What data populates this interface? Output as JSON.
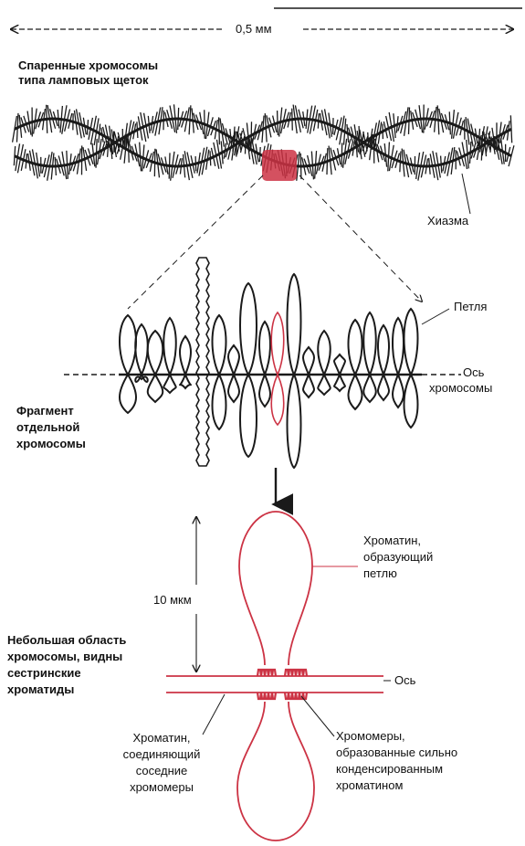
{
  "scale_bar": {
    "label": "0,5 мм"
  },
  "top_section": {
    "title_line1": "Спаренные хромосомы",
    "title_line2": "типа ламповых щеток",
    "chiasma_label": "Хиазма"
  },
  "middle_section": {
    "loop_label": "Петля",
    "axis_line1": "Ось",
    "axis_line2": "хромосомы",
    "fragment_line1": "Фрагмент",
    "fragment_line2": "отдельной",
    "fragment_line3": "хромосомы"
  },
  "bottom_section": {
    "scale_label": "10 мкм",
    "region_line1": "Небольшая область",
    "region_line2": "хромосомы, видны",
    "region_line3": "сестринские",
    "region_line4": "хроматиды",
    "loop_chromatin_line1": "Хроматин,",
    "loop_chromatin_line2": "образующий",
    "loop_chromatin_line3": "петлю",
    "axis_label": "Ось",
    "connecting_line1": "Хроматин,",
    "connecting_line2": "соединяющий",
    "connecting_line3": "соседние",
    "connecting_line4": "хромомеры",
    "chromomeres_line1": "Хромомеры,",
    "chromomeres_line2": "образованные сильно",
    "chromomeres_line3": "конденсированным",
    "chromomeres_line4": "хроматином"
  },
  "colors": {
    "ink": "#1a1a1a",
    "highlight": "#cc3344"
  }
}
